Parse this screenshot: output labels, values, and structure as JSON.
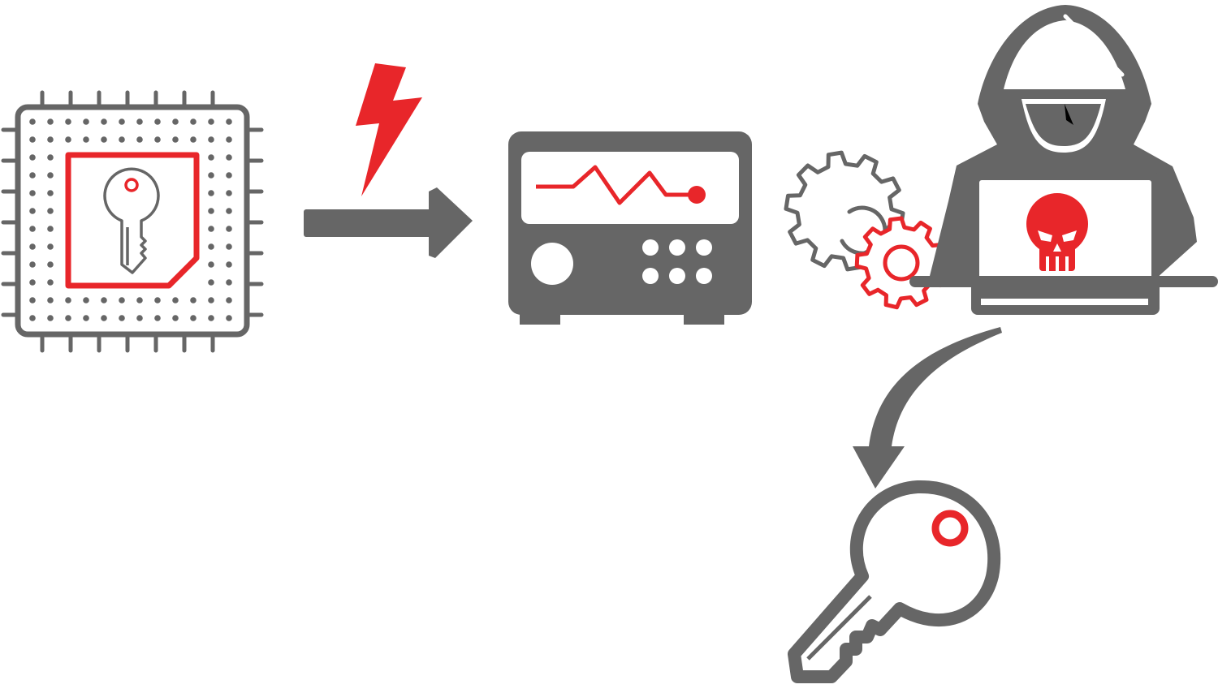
{
  "diagram": {
    "nodes": [
      {
        "id": "chip",
        "icon": "chip-with-key-icon"
      },
      {
        "id": "fault",
        "icon": "lightning-bolt-icon"
      },
      {
        "id": "arrow1",
        "icon": "arrow-right-icon"
      },
      {
        "id": "instrument",
        "icon": "signal-generator-icon"
      },
      {
        "id": "gears",
        "icon": "gears-icon"
      },
      {
        "id": "attacker",
        "icon": "hooded-hacker-laptop-icon"
      },
      {
        "id": "arrow2",
        "icon": "curved-arrow-down-icon"
      },
      {
        "id": "key",
        "icon": "extracted-key-icon"
      }
    ],
    "edges": [
      {
        "from": "chip",
        "to": "instrument"
      },
      {
        "from": "attacker",
        "to": "key"
      }
    ]
  },
  "colors": {
    "gray": "#666666",
    "red": "#e8262a",
    "background": "#ffffff"
  }
}
